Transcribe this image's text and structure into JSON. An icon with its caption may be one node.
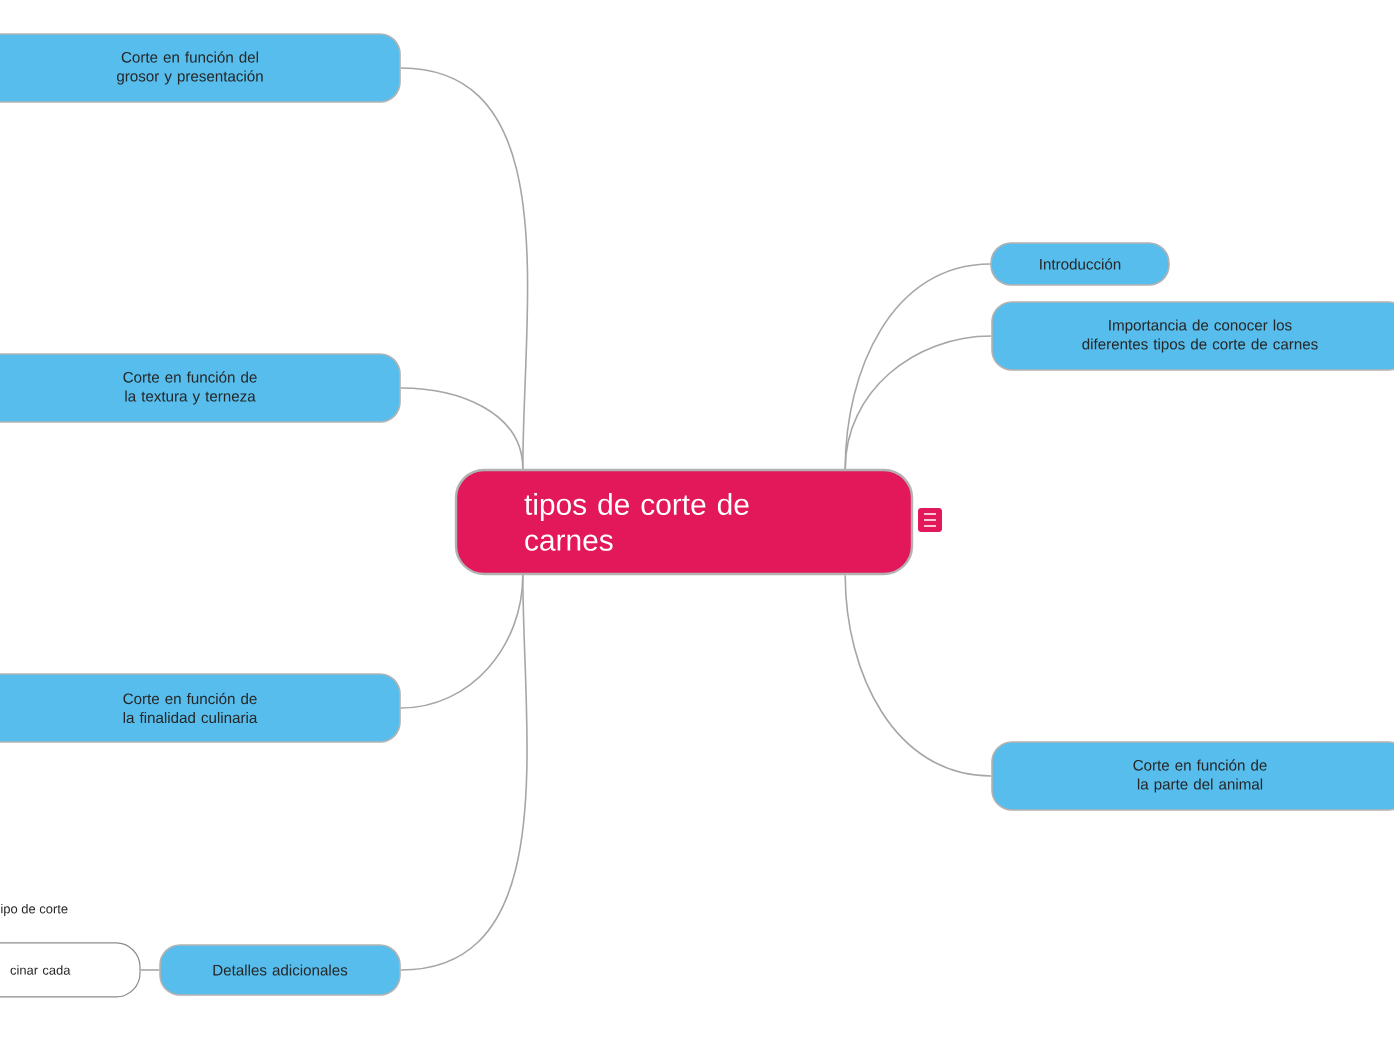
{
  "diagram": {
    "nodes": [
      {
        "text": [
          "tipos de corte de carnes"
        ]
      },
      {
        "text": [
          "Corte en función del grosor y presentación"
        ]
      },
      {
        "text": [
          "Corte en función de la textura y terneza"
        ]
      },
      {
        "text": [
          "Corte en función de la finalidad culinaria"
        ]
      },
      {
        "text": [
          "Detalles adicionales"
        ]
      },
      {
        "text": [
          "Introducción"
        ]
      },
      {
        "text": [
          "Importancia de conocer los diferentes tipos de corte de carnes"
        ]
      },
      {
        "text": [
          "Corte en función de la parte del animal"
        ]
      },
      {
        "text": [
          "cinar cada"
        ]
      }
    ],
    "edges": [
      {
        "from": 0,
        "to": 1,
        "arrow": "none"
      },
      {
        "from": 0,
        "to": 2,
        "arrow": "none"
      },
      {
        "from": 0,
        "to": 3,
        "arrow": "none"
      },
      {
        "from": 0,
        "to": 4,
        "arrow": "none"
      },
      {
        "from": 0,
        "to": 5,
        "arrow": "none"
      },
      {
        "from": 0,
        "to": 6,
        "arrow": "none"
      },
      {
        "from": 0,
        "to": 7,
        "arrow": "none"
      },
      {
        "from": 4,
        "to": 8,
        "arrow": "none"
      }
    ],
    "labels": [
      "ipo de corte"
    ]
  }
}
